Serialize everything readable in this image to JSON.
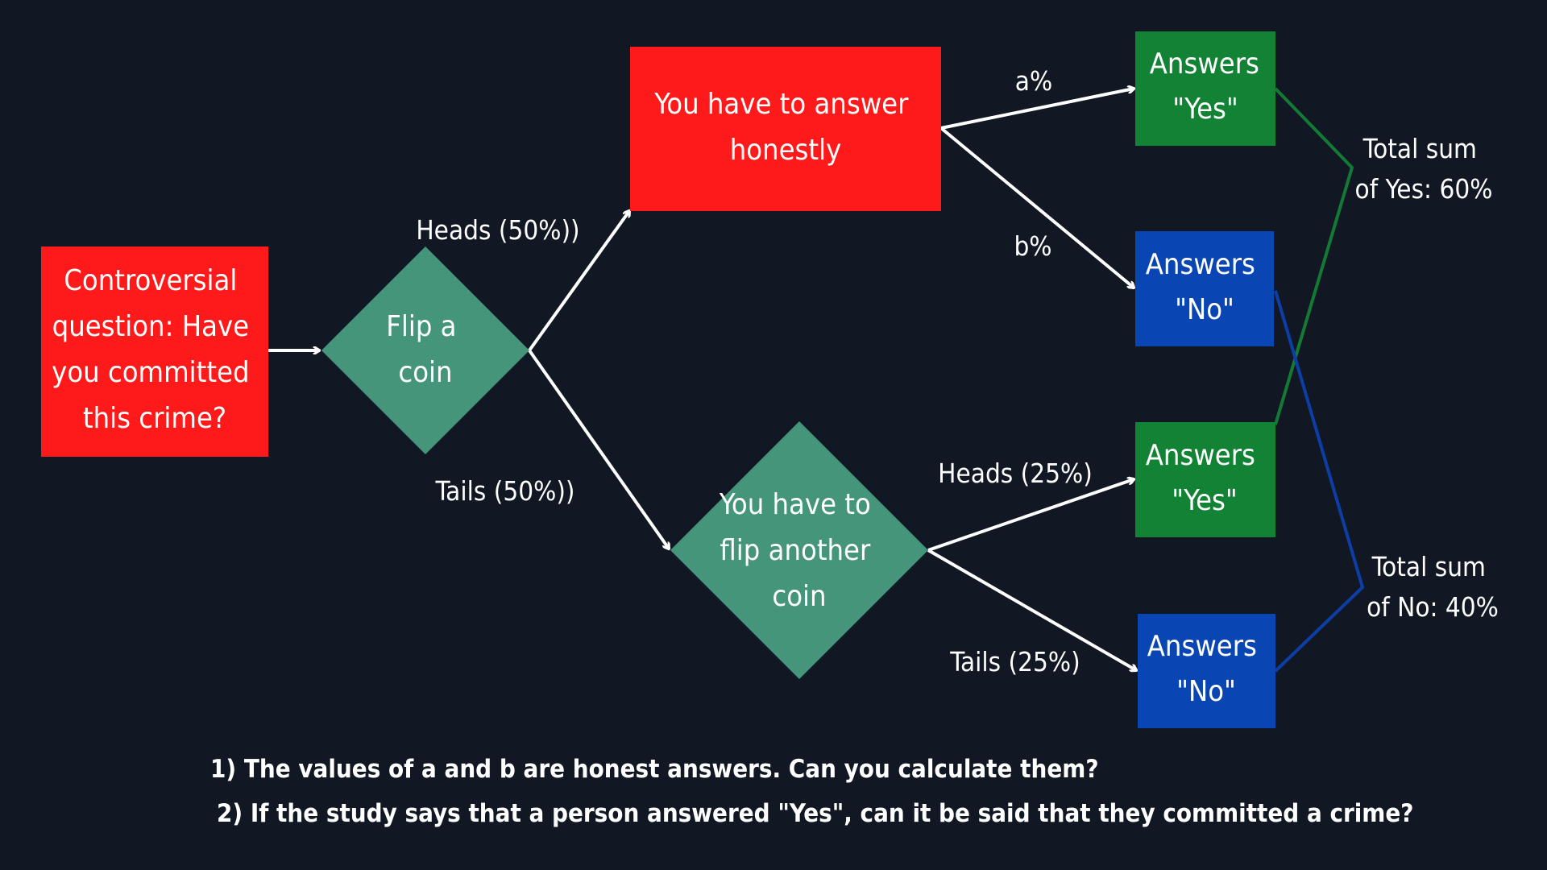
{
  "colors": {
    "background": "#111824",
    "red": "#fe1a1a",
    "diamond": "#45957a",
    "green": "#128334",
    "blue": "#0a46b3",
    "green_line": "#137a36",
    "blue_line": "#0d3ea6"
  },
  "nodes": {
    "question": [
      "Controversial",
      "question: Have",
      "you committed",
      "this crime?"
    ],
    "flip_coin": [
      "Flip a",
      "coin"
    ],
    "answer_honestly": [
      "You have to answer",
      "honestly"
    ],
    "flip_another": [
      "You have to",
      "flip another",
      "coin"
    ],
    "yes_1": [
      "Answers",
      "\"Yes\""
    ],
    "no_1": [
      "Answers",
      "\"No\""
    ],
    "yes_2": [
      "Answers",
      "\"Yes\""
    ],
    "no_2": [
      "Answers",
      "\"No\""
    ]
  },
  "edge_labels": {
    "heads_50": "Heads (50%))",
    "tails_50": "Tails (50%))",
    "a": "a%",
    "b": "b%",
    "heads_25": "Heads (25%)",
    "tails_25": "Tails (25%)"
  },
  "totals": {
    "yes": [
      "Total sum",
      "of Yes: 60%"
    ],
    "no": [
      "Total sum",
      "of No: 40%"
    ]
  },
  "questions": [
    "1) The values of a and b are honest answers. Can you calculate them?",
    "2) If the study says that a person answered \"Yes\", can it be said that they committed a crime?"
  ]
}
